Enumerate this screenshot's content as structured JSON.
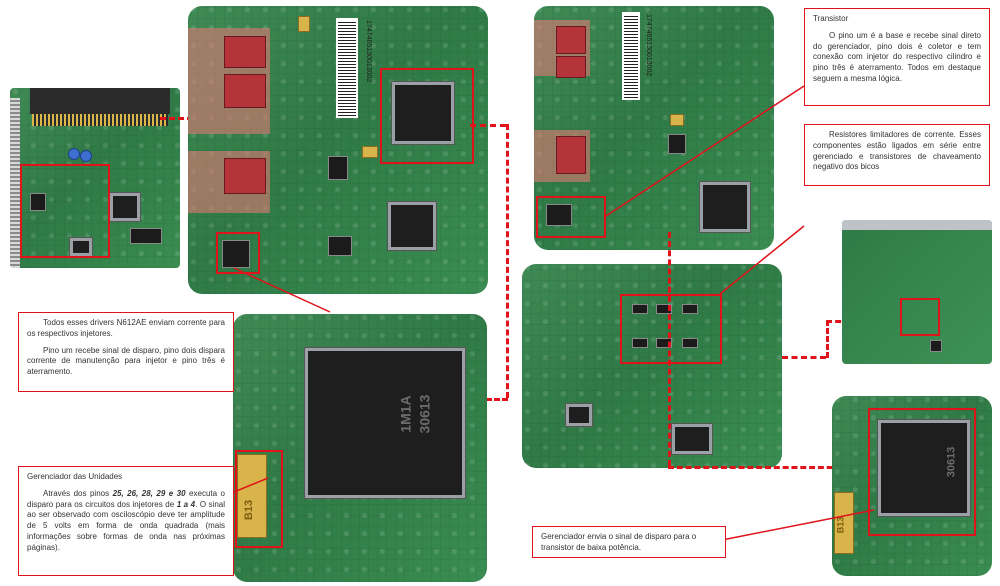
{
  "callouts": {
    "drivers": {
      "p1": "Todos esses drivers N612AE enviam corrente para os respectivos injetores.",
      "p2": "Pino um recebe sinal de disparo, pino dois dispara corrente de manutenção para injetor e pino três é aterramento."
    },
    "gerenciador": {
      "title": "Gerenciador das Unidades",
      "p1_a": "Através dos pinos ",
      "p1_pins": "25, 26, 28, 29 e 30",
      "p1_b": " executa o disparo para os circuitos dos injetores de ",
      "p1_inj": "1 a 4",
      "p1_c": ". O sinal ao ser observado com osciloscópio deve ter amplitude de 5 volts em forma de onda quadrada (mais informações sobre formas de onda nas próximas páginas)."
    },
    "transistor": {
      "title": "Transistor",
      "p1": "O pino um é a base e recebe sinal direto do gerenciador, pino dois é coletor e tem conexão com injetor do respectivo cilindro e pino três é aterramento. Todos em destaque seguem a mesma lógica."
    },
    "resistores": {
      "p1": "Resistores limitadores de corrente. Esses componentes estão ligados em série entre gerenciado e transistores de chaveamento negativo dos bicos"
    },
    "envia": {
      "p1": "Gerenciador envia o sinal de disparo para o transistor de baixa potência."
    }
  },
  "board_labels": {
    "barcode_left": "1747465130013002",
    "barcode_right": "1747465130013002",
    "chip_big": "30613",
    "chip_big_sub": "1M1A",
    "chip_small": "30613",
    "cap_left": "B13",
    "cap_right": "B13"
  },
  "colors": {
    "highlight": "#e0121a",
    "board": "#2f7a46"
  }
}
